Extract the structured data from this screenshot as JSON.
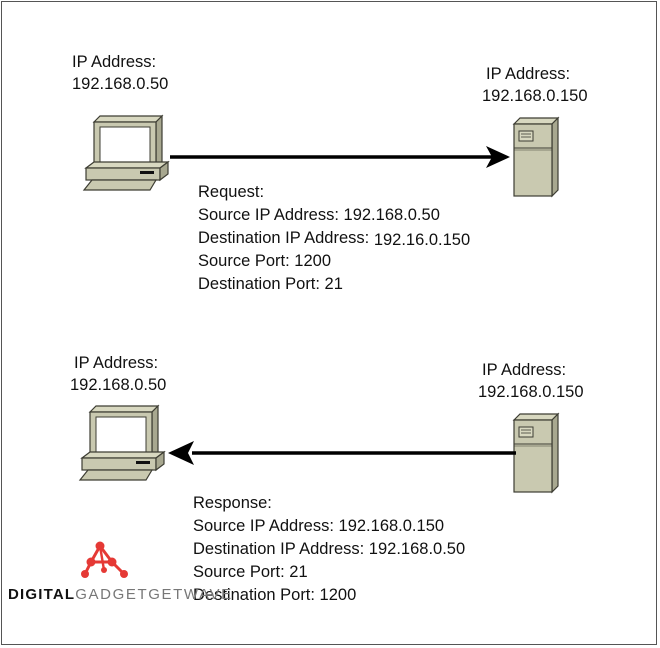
{
  "top": {
    "client": {
      "label": "IP Address:",
      "ip": "192.168.0.50"
    },
    "server": {
      "label": "IP Address:",
      "ip": "192.168.0.150"
    },
    "message": {
      "title": "Request:",
      "lines": [
        "Source IP Address: 192.168.0.50",
        "Destination IP Address:",
        "192.16.0.150",
        "Source Port: 1200",
        "Destination Port: 21"
      ]
    }
  },
  "bottom": {
    "client": {
      "label": "IP Address:",
      "ip": "192.168.0.50"
    },
    "server": {
      "label": "IP Address:",
      "ip": "192.168.0.150"
    },
    "message": {
      "title": "Response:",
      "lines": [
        "Source IP Address: 192.168.0.150",
        "Destination IP Address: 192.168.0.50",
        "Source Port: 21",
        "Destination Port: 1200"
      ]
    }
  },
  "watermark": {
    "text_bold": "DIGITAL",
    "text_light": "GADGETGETWAVE",
    "logo_color": "#e53935",
    "logo_icon": "network-nodes-icon"
  },
  "colors": {
    "device_fill": "#c9c9b0",
    "device_stroke": "#3d3d33",
    "screen_fill": "#ffffff",
    "arrow": "#000000"
  }
}
